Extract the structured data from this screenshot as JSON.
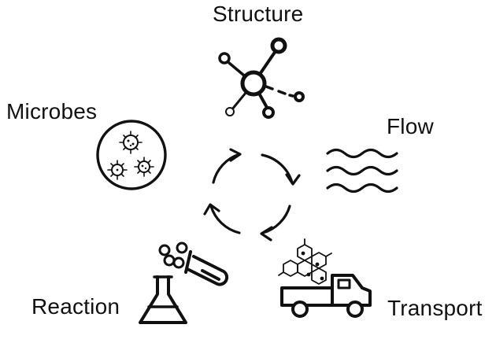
{
  "diagram": {
    "center": "cycle-arrows",
    "nodes": [
      {
        "id": "structure",
        "label": "Structure",
        "icon": "molecule-icon"
      },
      {
        "id": "flow",
        "label": "Flow",
        "icon": "waves-icon"
      },
      {
        "id": "transport",
        "label": "Transport",
        "icon": "truck-icon"
      },
      {
        "id": "reaction",
        "label": "Reaction",
        "icon": "flask-icon"
      },
      {
        "id": "microbes",
        "label": "Microbes",
        "icon": "petri-dish-icon"
      }
    ],
    "colors": {
      "stroke": "#111111",
      "background": "#ffffff"
    }
  }
}
